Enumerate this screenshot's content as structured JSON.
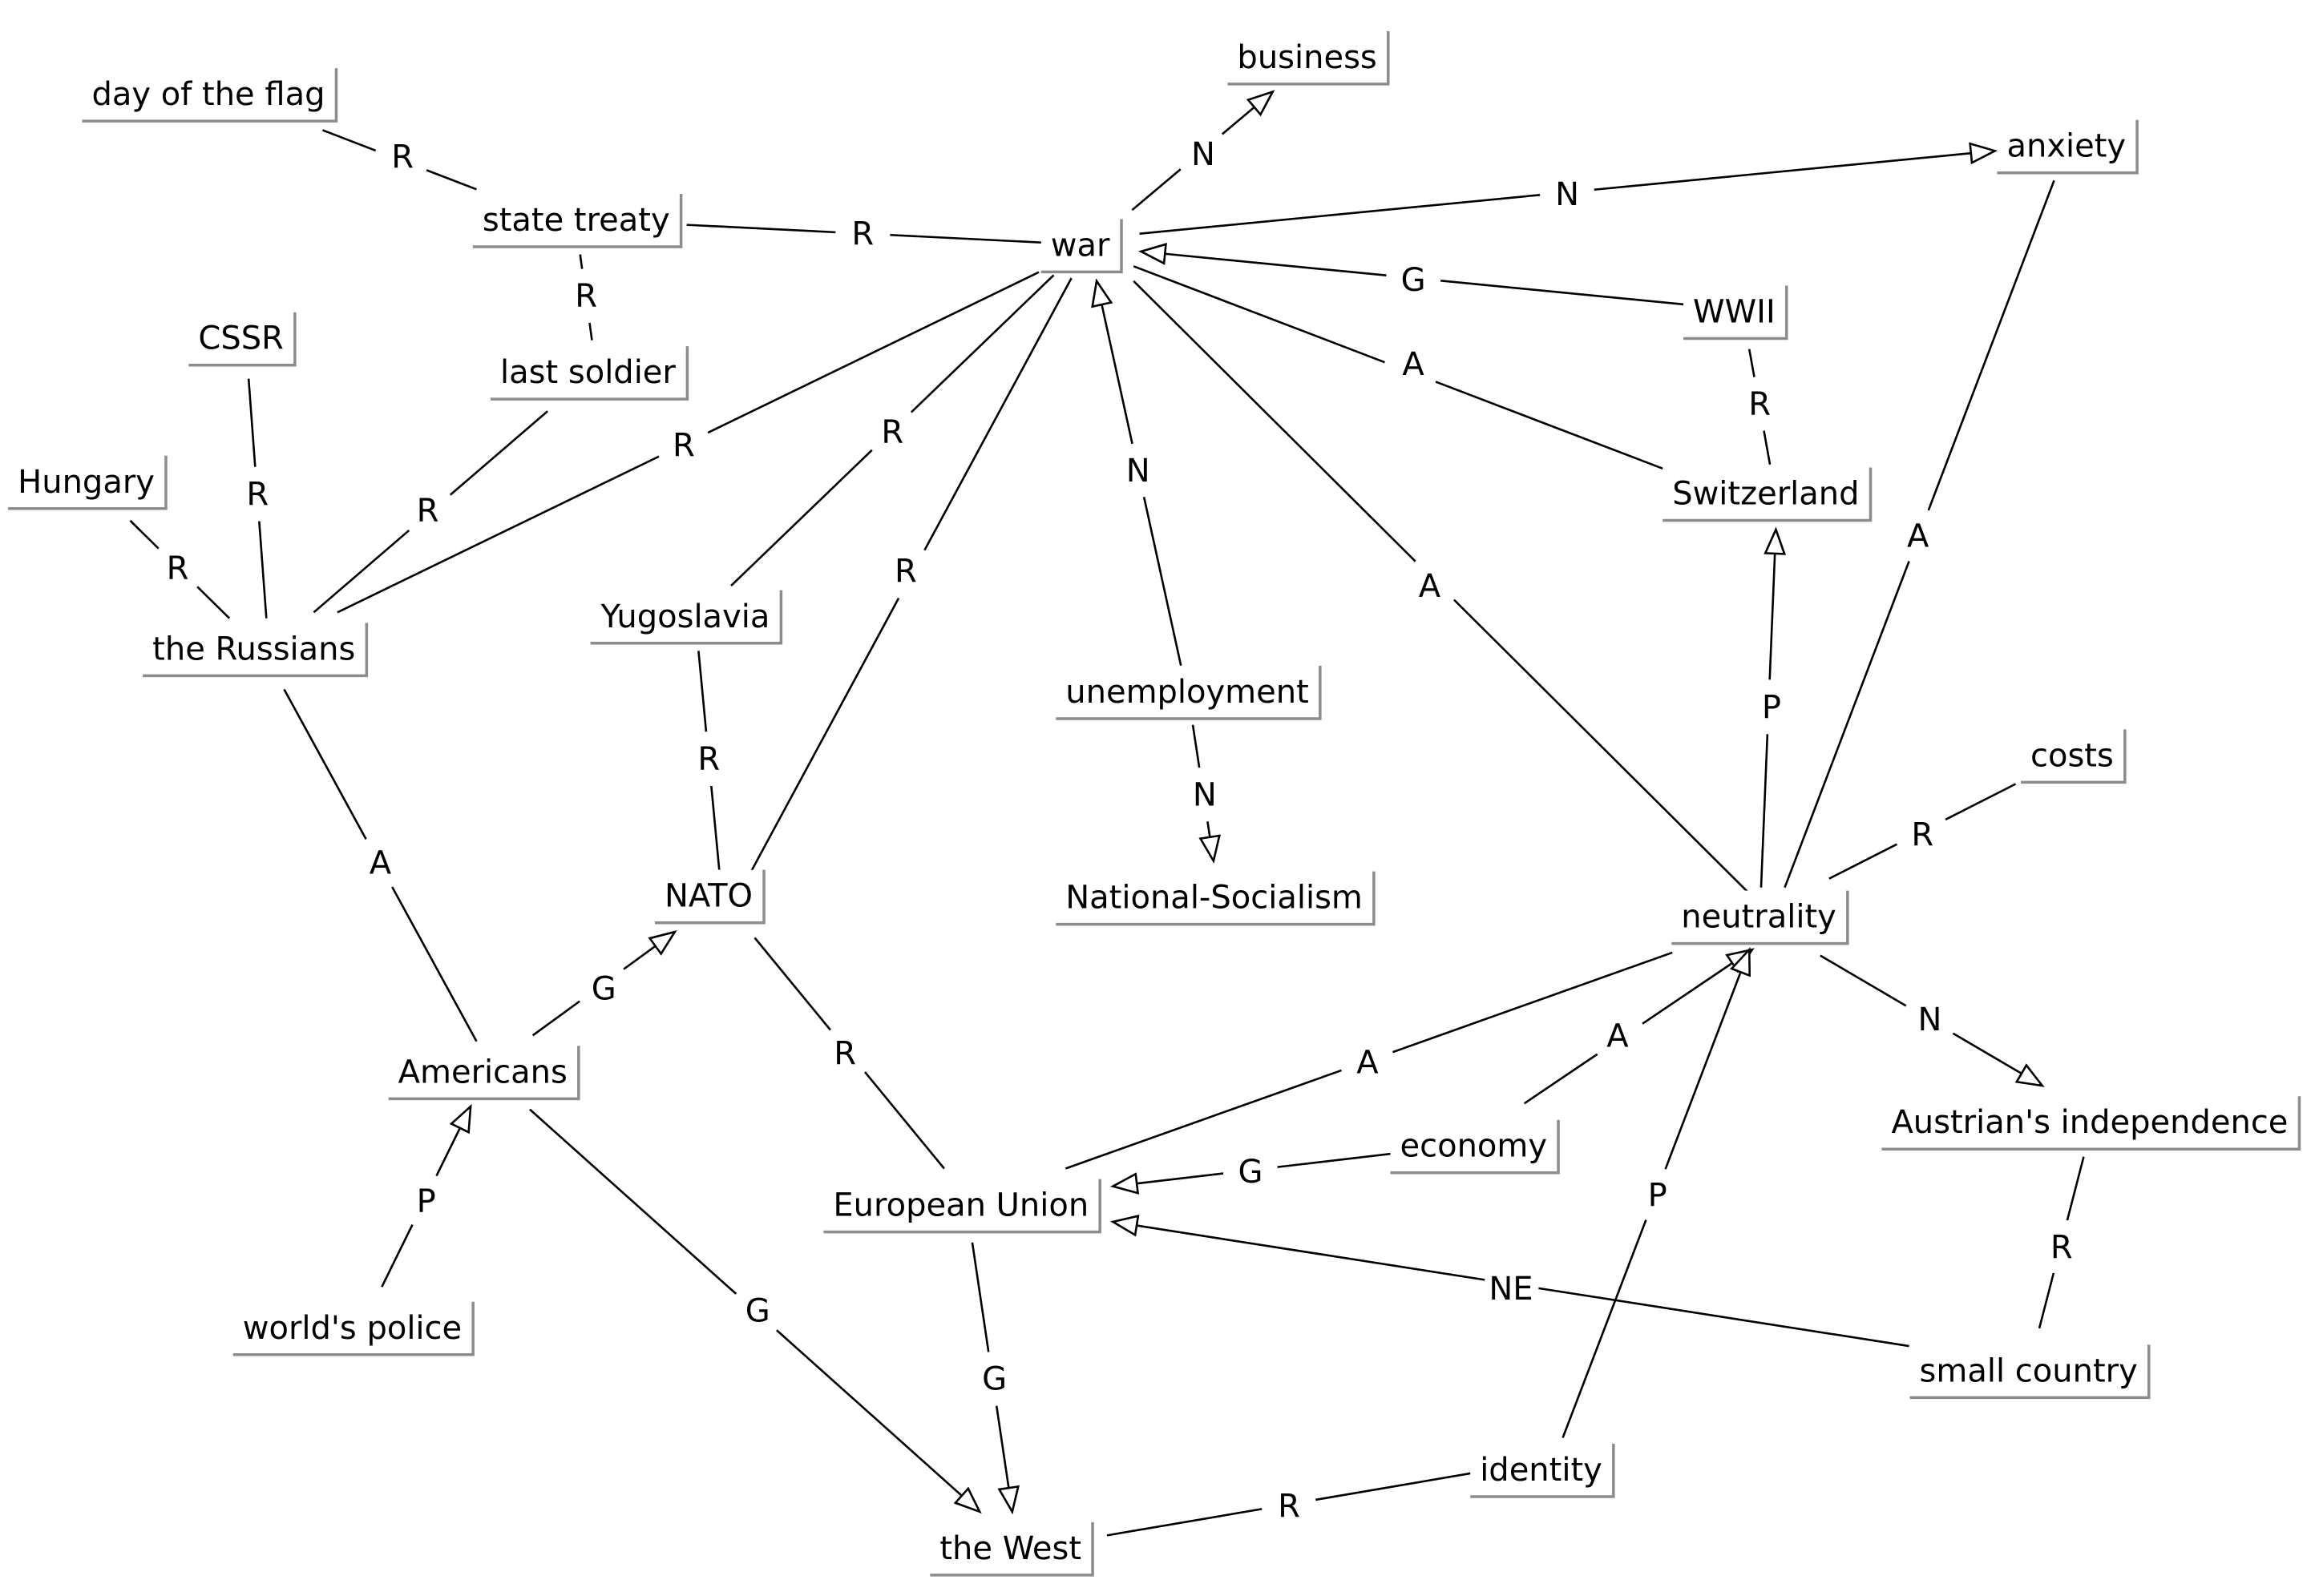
{
  "nodes": [
    {
      "id": "day-of-the-flag",
      "label": "day of the flag"
    },
    {
      "id": "business",
      "label": "business"
    },
    {
      "id": "anxiety",
      "label": "anxiety"
    },
    {
      "id": "state-treaty",
      "label": "state treaty"
    },
    {
      "id": "war",
      "label": "war"
    },
    {
      "id": "wwii",
      "label": "WWII"
    },
    {
      "id": "cssr",
      "label": "CSSR"
    },
    {
      "id": "last-soldier",
      "label": "last soldier"
    },
    {
      "id": "switzerland",
      "label": "Switzerland"
    },
    {
      "id": "hungary",
      "label": "Hungary"
    },
    {
      "id": "the-russians",
      "label": "the Russians"
    },
    {
      "id": "yugoslavia",
      "label": "Yugoslavia"
    },
    {
      "id": "unemployment",
      "label": "unemployment"
    },
    {
      "id": "costs",
      "label": "costs"
    },
    {
      "id": "nato",
      "label": "NATO"
    },
    {
      "id": "national-socialism",
      "label": "National-Socialism"
    },
    {
      "id": "neutrality",
      "label": "neutrality"
    },
    {
      "id": "americans",
      "label": "Americans"
    },
    {
      "id": "economy",
      "label": "economy"
    },
    {
      "id": "austrians-independence",
      "label": "Austrian's independence"
    },
    {
      "id": "european-union",
      "label": "European Union"
    },
    {
      "id": "worlds-police",
      "label": "world's police"
    },
    {
      "id": "small-country",
      "label": "small country"
    },
    {
      "id": "identity",
      "label": "identity"
    },
    {
      "id": "the-west",
      "label": "the West"
    }
  ],
  "edges": [
    {
      "from": "day-of-the-flag",
      "to": "state-treaty",
      "label": "R",
      "directed": false
    },
    {
      "from": "state-treaty",
      "to": "war",
      "label": "R",
      "directed": false
    },
    {
      "from": "state-treaty",
      "to": "last-soldier",
      "label": "R",
      "directed": false
    },
    {
      "from": "war",
      "to": "business",
      "label": "N",
      "directed": true
    },
    {
      "from": "war",
      "to": "anxiety",
      "label": "N",
      "directed": true
    },
    {
      "from": "wwii",
      "to": "war",
      "label": "G",
      "directed": true
    },
    {
      "from": "wwii",
      "to": "switzerland",
      "label": "R",
      "directed": false
    },
    {
      "from": "war",
      "to": "switzerland",
      "label": "A",
      "directed": false
    },
    {
      "from": "unemployment",
      "to": "war",
      "label": "N",
      "directed": true
    },
    {
      "from": "unemployment",
      "to": "national-socialism",
      "label": "N",
      "directed": true
    },
    {
      "from": "war",
      "to": "the-russians",
      "label": "R",
      "directed": false
    },
    {
      "from": "war",
      "to": "yugoslavia",
      "label": "R",
      "directed": false
    },
    {
      "from": "war",
      "to": "nato",
      "label": "R",
      "directed": false
    },
    {
      "from": "war",
      "to": "neutrality",
      "label": "A",
      "directed": false
    },
    {
      "from": "cssr",
      "to": "the-russians",
      "label": "R",
      "directed": false
    },
    {
      "from": "hungary",
      "to": "the-russians",
      "label": "R",
      "directed": false
    },
    {
      "from": "last-soldier",
      "to": "the-russians",
      "label": "R",
      "directed": false
    },
    {
      "from": "the-russians",
      "to": "americans",
      "label": "A",
      "directed": false
    },
    {
      "from": "yugoslavia",
      "to": "nato",
      "label": "R",
      "directed": false
    },
    {
      "from": "americans",
      "to": "nato",
      "label": "G",
      "directed": true
    },
    {
      "from": "worlds-police",
      "to": "americans",
      "label": "P",
      "directed": true
    },
    {
      "from": "americans",
      "to": "the-west",
      "label": "G",
      "directed": true
    },
    {
      "from": "nato",
      "to": "european-union",
      "label": "R",
      "directed": false
    },
    {
      "from": "european-union",
      "to": "the-west",
      "label": "G",
      "directed": true
    },
    {
      "from": "neutrality",
      "to": "switzerland",
      "label": "P",
      "directed": true
    },
    {
      "from": "neutrality",
      "to": "anxiety",
      "label": "A",
      "directed": false
    },
    {
      "from": "neutrality",
      "to": "costs",
      "label": "R",
      "directed": false
    },
    {
      "from": "neutrality",
      "to": "austrians-independence",
      "label": "N",
      "directed": true
    },
    {
      "from": "neutrality",
      "to": "european-union",
      "label": "A",
      "directed": false
    },
    {
      "from": "economy",
      "to": "neutrality",
      "label": "A",
      "directed": true
    },
    {
      "from": "economy",
      "to": "european-union",
      "label": "G",
      "directed": true
    },
    {
      "from": "small-country",
      "to": "european-union",
      "label": "NE",
      "directed": true
    },
    {
      "from": "austrians-independence",
      "to": "small-country",
      "label": "R",
      "directed": false
    },
    {
      "from": "identity",
      "to": "neutrality",
      "label": "P",
      "directed": true
    },
    {
      "from": "identity",
      "to": "the-west",
      "label": "R",
      "directed": false
    }
  ]
}
